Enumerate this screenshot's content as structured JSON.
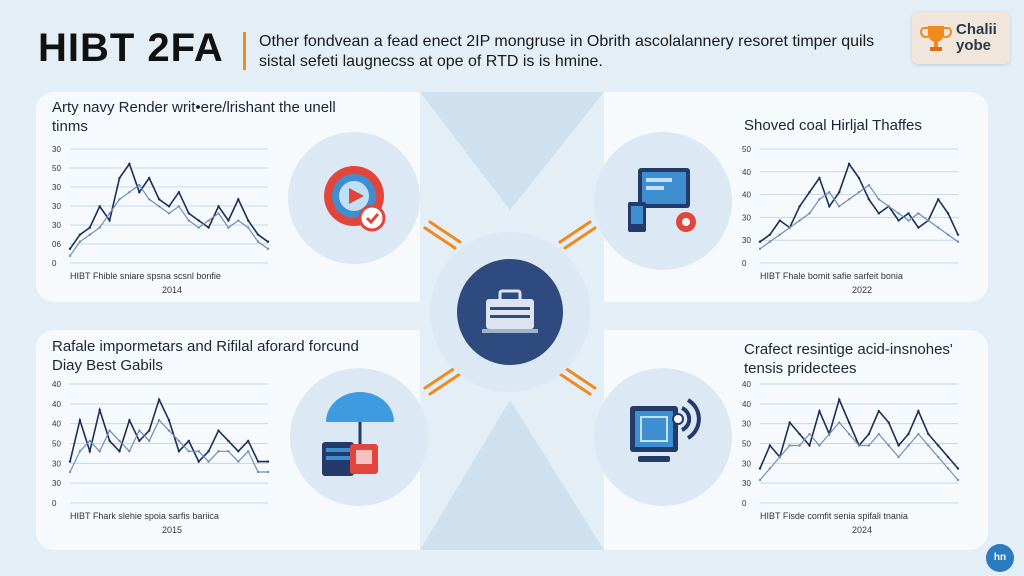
{
  "header": {
    "title": "HIBT 2FA",
    "subtitle": "Other fondvean a fead enect 2IP mongruse in Obrith ascolalannery resoret timper quils sistal sefeti laugnecss at ope of RTD is is hmine.",
    "logo_text": "Chalii yobe"
  },
  "corner_badge": "hn",
  "colors": {
    "background": "#e3eef7",
    "accent_orange": "#f08a1c",
    "navy": "#243a6b",
    "red": "#e2453c",
    "line_navy": "#1f2d5a"
  },
  "icons": {
    "center": "briefcase-icon",
    "top_left": "shield-play-icon",
    "top_right": "computer-monitor-icon",
    "bottom_left": "umbrella-card-icon",
    "bottom_right": "wireless-monitor-icon",
    "logo": "trophy-icon"
  },
  "panels": {
    "top_left": {
      "title": "Arty navy Render writ•ere/lrishant the unell tinms",
      "yticks": [
        "30",
        "50",
        "30",
        "30",
        "30",
        "06",
        "0"
      ],
      "xticks": "HIBT Fhible sniare spsna scsnl bonfie",
      "year": "2014"
    },
    "top_right": {
      "title": "Shoved coal Hirljal Thaffes",
      "yticks": [
        "50",
        "40",
        "40",
        "30",
        "30",
        "0"
      ],
      "xticks": "HIBT Fhale bomit safie sarfeit bonia",
      "year": "2022"
    },
    "bottom_left": {
      "title": "Rafale impormetars and Rifilal aforard forcund Diay Best Gabils",
      "yticks": [
        "40",
        "40",
        "40",
        "50",
        "30",
        "30",
        "0"
      ],
      "xticks": "HIBT Fhark slehie spoia sarfis bariica",
      "year": "2015"
    },
    "bottom_right": {
      "title": "Crafect resintige acid-insnohes' tensis pridectees",
      "yticks": [
        "40",
        "40",
        "30",
        "50",
        "30",
        "30",
        "0"
      ],
      "xticks": "HIBT Fisde comfit senia spifali tnania",
      "year": "2024"
    }
  },
  "chart_data": [
    {
      "type": "line",
      "x": [
        0,
        1,
        2,
        3,
        4,
        5,
        6,
        7,
        8,
        9,
        10,
        11,
        12,
        13,
        14,
        15,
        16,
        17,
        18,
        19,
        20
      ],
      "series": [
        {
          "values": [
            2,
            4,
            5,
            8,
            6,
            12,
            14,
            10,
            12,
            9,
            8,
            10,
            7,
            6,
            5,
            8,
            6,
            9,
            6,
            4,
            3
          ]
        },
        {
          "values": [
            1,
            3,
            4,
            5,
            7,
            9,
            10,
            11,
            9,
            8,
            7,
            8,
            6,
            5,
            6,
            7,
            5,
            6,
            5,
            3,
            2
          ]
        }
      ]
    },
    {
      "type": "line",
      "x": [
        0,
        1,
        2,
        3,
        4,
        5,
        6,
        7,
        8,
        9,
        10,
        11,
        12,
        13,
        14,
        15,
        16,
        17,
        18,
        19,
        20
      ],
      "series": [
        {
          "values": [
            3,
            4,
            6,
            5,
            8,
            10,
            12,
            8,
            10,
            14,
            12,
            9,
            7,
            8,
            6,
            7,
            5,
            6,
            9,
            7,
            4
          ]
        },
        {
          "values": [
            2,
            3,
            4,
            5,
            6,
            7,
            9,
            10,
            8,
            9,
            10,
            11,
            9,
            8,
            7,
            6,
            7,
            6,
            5,
            4,
            3
          ]
        }
      ]
    },
    {
      "type": "line",
      "x": [
        0,
        1,
        2,
        3,
        4,
        5,
        6,
        7,
        8,
        9,
        10,
        11,
        12,
        13,
        14,
        15,
        16,
        17,
        18,
        19,
        20
      ],
      "series": [
        {
          "values": [
            4,
            8,
            5,
            9,
            6,
            5,
            8,
            6,
            7,
            10,
            8,
            5,
            6,
            4,
            5,
            7,
            6,
            5,
            6,
            4,
            4
          ]
        },
        {
          "values": [
            3,
            5,
            6,
            5,
            7,
            6,
            5,
            7,
            6,
            8,
            7,
            6,
            5,
            5,
            4,
            5,
            5,
            4,
            5,
            3,
            3
          ]
        }
      ]
    },
    {
      "type": "line",
      "x": [
        0,
        1,
        2,
        3,
        4,
        5,
        6,
        7,
        8,
        9,
        10,
        11,
        12,
        13,
        14,
        15,
        16,
        17,
        18,
        19,
        20
      ],
      "series": [
        {
          "values": [
            3,
            5,
            4,
            7,
            6,
            5,
            8,
            6,
            9,
            7,
            5,
            6,
            8,
            7,
            5,
            6,
            8,
            6,
            5,
            4,
            3
          ]
        },
        {
          "values": [
            2,
            3,
            4,
            5,
            5,
            6,
            5,
            6,
            7,
            6,
            5,
            5,
            6,
            5,
            4,
            5,
            6,
            5,
            4,
            3,
            2
          ]
        }
      ]
    }
  ]
}
